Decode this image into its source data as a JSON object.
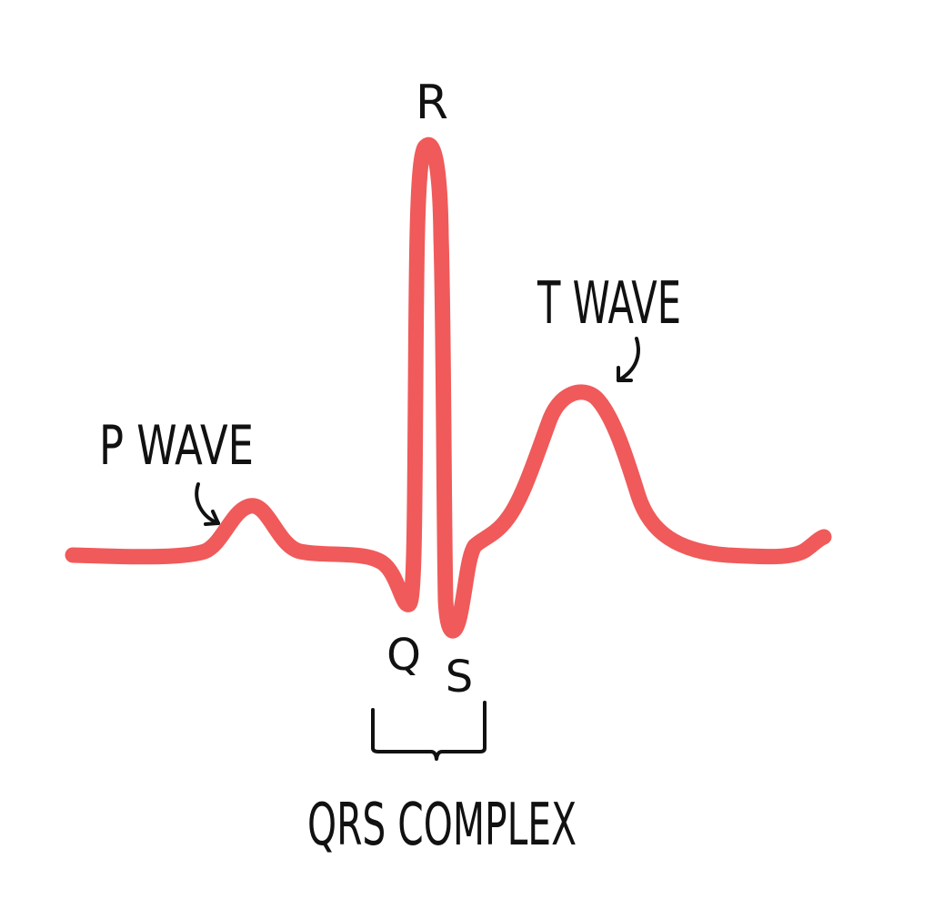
{
  "labels": {
    "r": "R",
    "q": "Q",
    "s": "S",
    "p_wave": "P WAVE",
    "t_wave": "T WAVE",
    "qrs_complex": "QRS COMPLEX"
  },
  "colors": {
    "trace": "#f05a5a",
    "ink": "#111111",
    "background": "#ffffff"
  }
}
